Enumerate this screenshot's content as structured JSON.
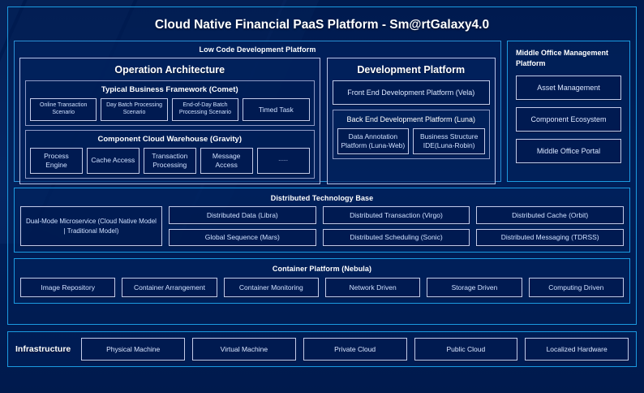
{
  "colors": {
    "background": "#001a4d",
    "frame_cyan": "#1b9ae0",
    "box_border": "#c3cbe9",
    "text_primary": "#ffffff",
    "text_secondary": "#cfe0ff"
  },
  "platform": {
    "title": "Cloud Native Financial PaaS Platform - Sm@rtGalaxy4.0"
  },
  "low_code": {
    "title": "Low Code Development Platform",
    "operation_architecture": {
      "title": "Operation Architecture",
      "groups": [
        {
          "title": "Typical Business Framework (Comet)",
          "items": [
            "Online Transaction Scenario",
            "Day Batch Processing Scenario",
            "End-of-Day Batch Processing Scenario",
            "Timed Task"
          ]
        },
        {
          "title": "Component Cloud Warehouse (Gravity)",
          "items": [
            "Process Engine",
            "Cache Access",
            "Transaction Processing",
            "Message Access",
            "......"
          ]
        }
      ]
    },
    "development_platform": {
      "title": "Development Platform",
      "front_end": "Front End Development Platform (Vela)",
      "back_end": {
        "title": "Back End Development Platform (Luna)",
        "items": [
          "Data Annotation Platform (Luna-Web)",
          "Business Structure IDE(Luna-Robin)"
        ]
      }
    }
  },
  "middle_office": {
    "title": "Middle Office Management Platform",
    "items": [
      "Asset Management",
      "Component Ecosystem",
      "Middle Office Portal"
    ]
  },
  "distributed_technology_base": {
    "title": "Distributed Technology Base",
    "wide_item": "Dual-Mode Microservice (Cloud Native Model | Traditional Model)",
    "items": [
      "Distributed Data (Libra)",
      "Distributed Transaction (Virgo)",
      "Distributed Cache (Orbit)",
      "Global Sequence (Mars)",
      "Distributed Scheduling (Sonic)",
      "Distributed Messaging (TDRSS)"
    ]
  },
  "container_platform": {
    "title": "Container Platform (Nebula)",
    "items": [
      "Image Repository",
      "Container Arrangement",
      "Container Monitoring",
      "Network Driven",
      "Storage Driven",
      "Computing Driven"
    ]
  },
  "infrastructure": {
    "label": "Infrastructure",
    "items": [
      "Physical Machine",
      "Virtual Machine",
      "Private Cloud",
      "Public Cloud",
      "Localized Hardware"
    ]
  }
}
